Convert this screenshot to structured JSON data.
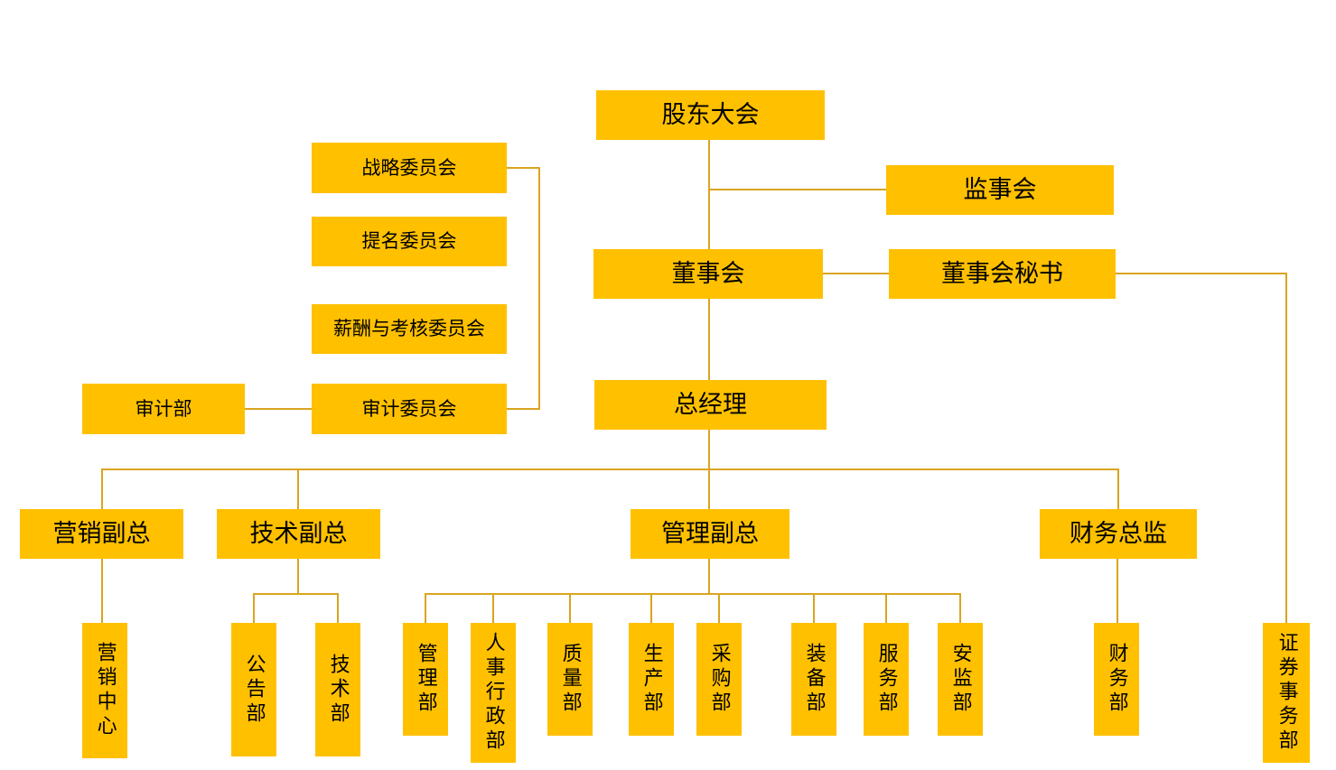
{
  "colors": {
    "box_fill": "#FFC000",
    "connector": "#D9A420",
    "text": "#000000",
    "background": "#FFFFFF"
  },
  "nodes": {
    "shareholders_meeting": "股东大会",
    "supervisory_board": "监事会",
    "board_of_directors": "董事会",
    "board_secretary": "董事会秘书",
    "strategy_committee": "战略委员会",
    "nomination_committee": "提名委员会",
    "compensation_committee": "薪酬与考核委员会",
    "audit_committee": "审计委员会",
    "audit_department": "审计部",
    "general_manager": "总经理",
    "marketing_vp": "营销副总",
    "technology_vp": "技术副总",
    "management_vp": "管理副总",
    "finance_director": "财务总监",
    "marketing_center": "营销中心",
    "announcement_department": "公告部",
    "technology_department": "技术部",
    "management_department": "管理部",
    "hr_admin_department": "人事行政部",
    "quality_department": "质量部",
    "production_department": "生产部",
    "procurement_department": "采购部",
    "equipment_department": "装备部",
    "service_department": "服务部",
    "safety_department": "安监部",
    "finance_department": "财务部",
    "securities_department": "证券事务部"
  },
  "edges": [
    [
      "shareholders_meeting",
      "board_of_directors"
    ],
    [
      "shareholders_meeting",
      "supervisory_board"
    ],
    [
      "board_of_directors",
      "board_secretary"
    ],
    [
      "board_secretary",
      "securities_department"
    ],
    [
      "board_of_directors",
      "general_manager"
    ],
    [
      "strategy_committee",
      "audit_committee"
    ],
    [
      "audit_committee",
      "audit_department"
    ],
    [
      "general_manager",
      "marketing_vp"
    ],
    [
      "general_manager",
      "technology_vp"
    ],
    [
      "general_manager",
      "management_vp"
    ],
    [
      "general_manager",
      "finance_director"
    ],
    [
      "marketing_vp",
      "marketing_center"
    ],
    [
      "technology_vp",
      "announcement_department"
    ],
    [
      "technology_vp",
      "technology_department"
    ],
    [
      "management_vp",
      "management_department"
    ],
    [
      "management_vp",
      "hr_admin_department"
    ],
    [
      "management_vp",
      "quality_department"
    ],
    [
      "management_vp",
      "production_department"
    ],
    [
      "management_vp",
      "procurement_department"
    ],
    [
      "management_vp",
      "equipment_department"
    ],
    [
      "management_vp",
      "service_department"
    ],
    [
      "management_vp",
      "safety_department"
    ],
    [
      "finance_director",
      "finance_department"
    ]
  ]
}
